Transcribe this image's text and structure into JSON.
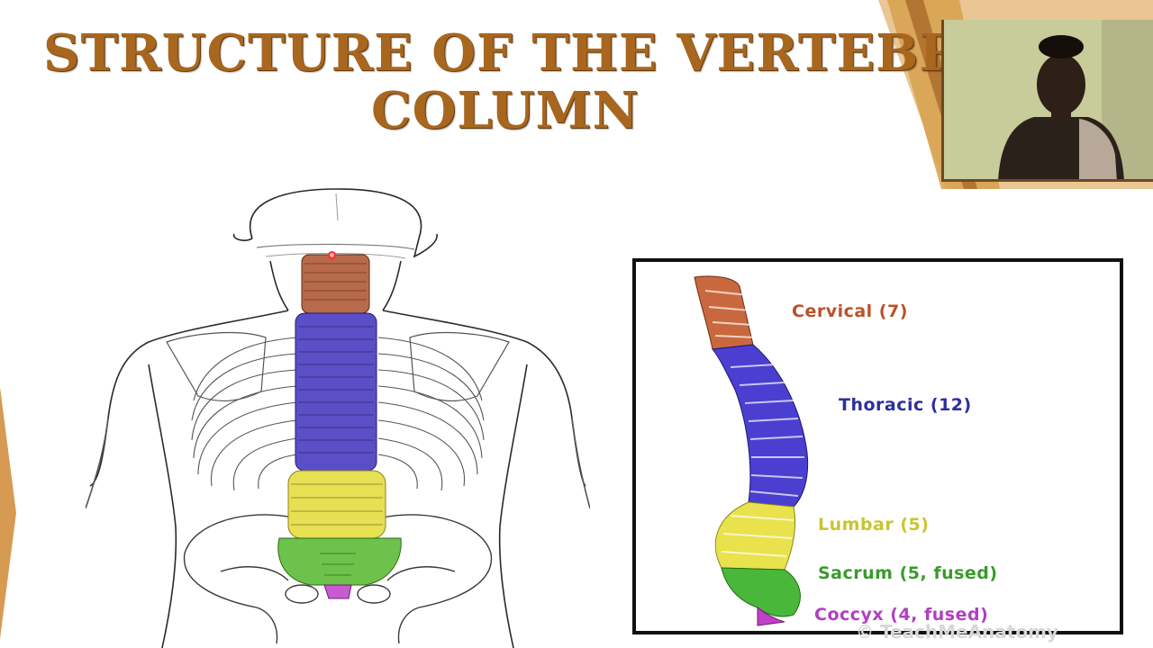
{
  "slide": {
    "title_line1": "STRUCTURE OF THE VERTEBRAL",
    "title_line2": "COLUMN"
  },
  "spine_diagram": {
    "labels": [
      {
        "text": "Cervical (7)",
        "color": "#b9522a"
      },
      {
        "text": "Thoracic (12)",
        "color": "#2c2f9e"
      },
      {
        "text": "Lumbar (5)",
        "color": "#c9c431"
      },
      {
        "text": "Sacrum (5, fused)",
        "color": "#3a9a2c"
      },
      {
        "text": "Coccyx (4, fused)",
        "color": "#b040c0"
      }
    ]
  },
  "colors": {
    "cervical": "#b86a4c",
    "thoracic": "#5a4fc6",
    "lumbar": "#e6e052",
    "sacrum": "#6cc24a",
    "coccyx": "#c85bcf",
    "title": "#a8661e",
    "accent_gold": "#d7a04e"
  },
  "watermark": "TeachMeAnatomy"
}
